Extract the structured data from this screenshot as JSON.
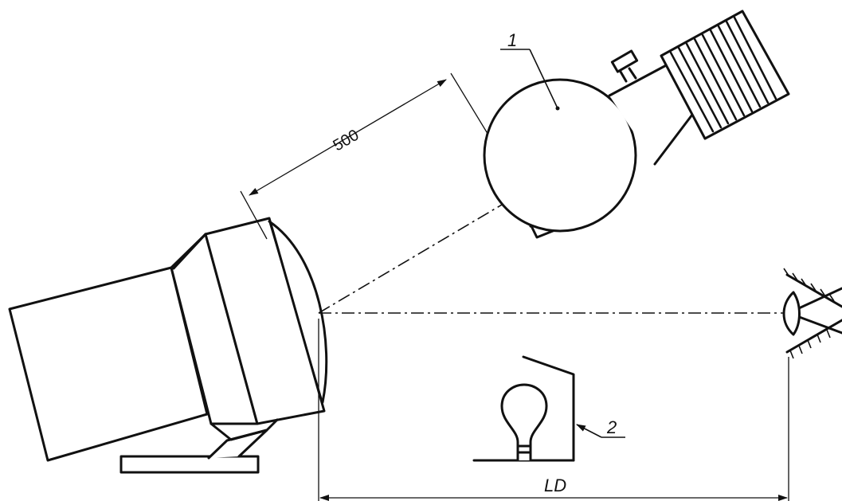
{
  "labels": {
    "distance_500": "500",
    "callout_1": "1",
    "callout_2": "2",
    "distance_ld": "LD"
  }
}
